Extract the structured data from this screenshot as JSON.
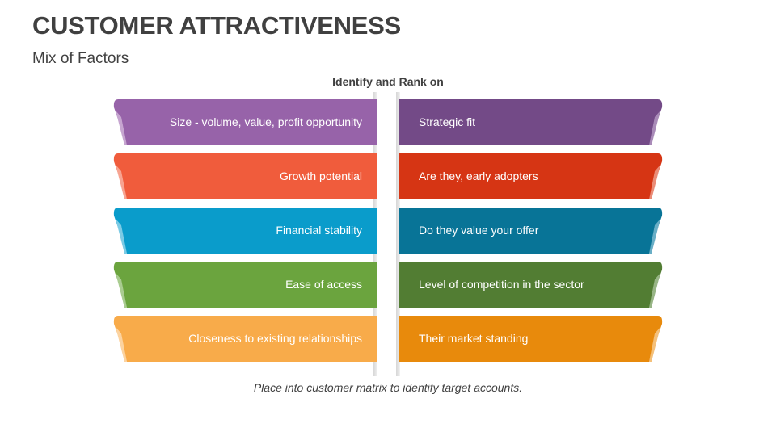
{
  "slide": {
    "title": "CUSTOMER ATTRACTIVENESS",
    "subtitle": "Mix of Factors",
    "heading": "Identify and Rank on",
    "footnote": "Place into customer matrix to identify target accounts."
  },
  "rows": [
    {
      "left": {
        "label": "Size -  volume, value, profit opportunity",
        "color": "#9763A9",
        "fold": "#C6A5D0"
      },
      "right": {
        "label": "Strategic fit",
        "color": "#734A87",
        "fold": "#A98BB8"
      }
    },
    {
      "left": {
        "label": "Growth potential",
        "color": "#F05C3C",
        "fold": "#F7A491"
      },
      "right": {
        "label": "Are they, early adopters",
        "color": "#D63514",
        "fold": "#EA8C77"
      }
    },
    {
      "left": {
        "label": "Financial stability",
        "color": "#0A9CCB",
        "fold": "#7CCBE5"
      },
      "right": {
        "label": "Do they value your offer",
        "color": "#087497",
        "fold": "#69AEC6"
      }
    },
    {
      "left": {
        "label": "Ease of access",
        "color": "#6BA43E",
        "fold": "#A9CC90"
      },
      "right": {
        "label": "Level of competition in the sector",
        "color": "#527D33",
        "fold": "#98B586"
      }
    },
    {
      "left": {
        "label": "Closeness to existing relationships",
        "color": "#F8AB4A",
        "fold": "#FCD3A0"
      },
      "right": {
        "label": "Their market standing",
        "color": "#E88A0C",
        "fold": "#F4C07A"
      }
    }
  ]
}
